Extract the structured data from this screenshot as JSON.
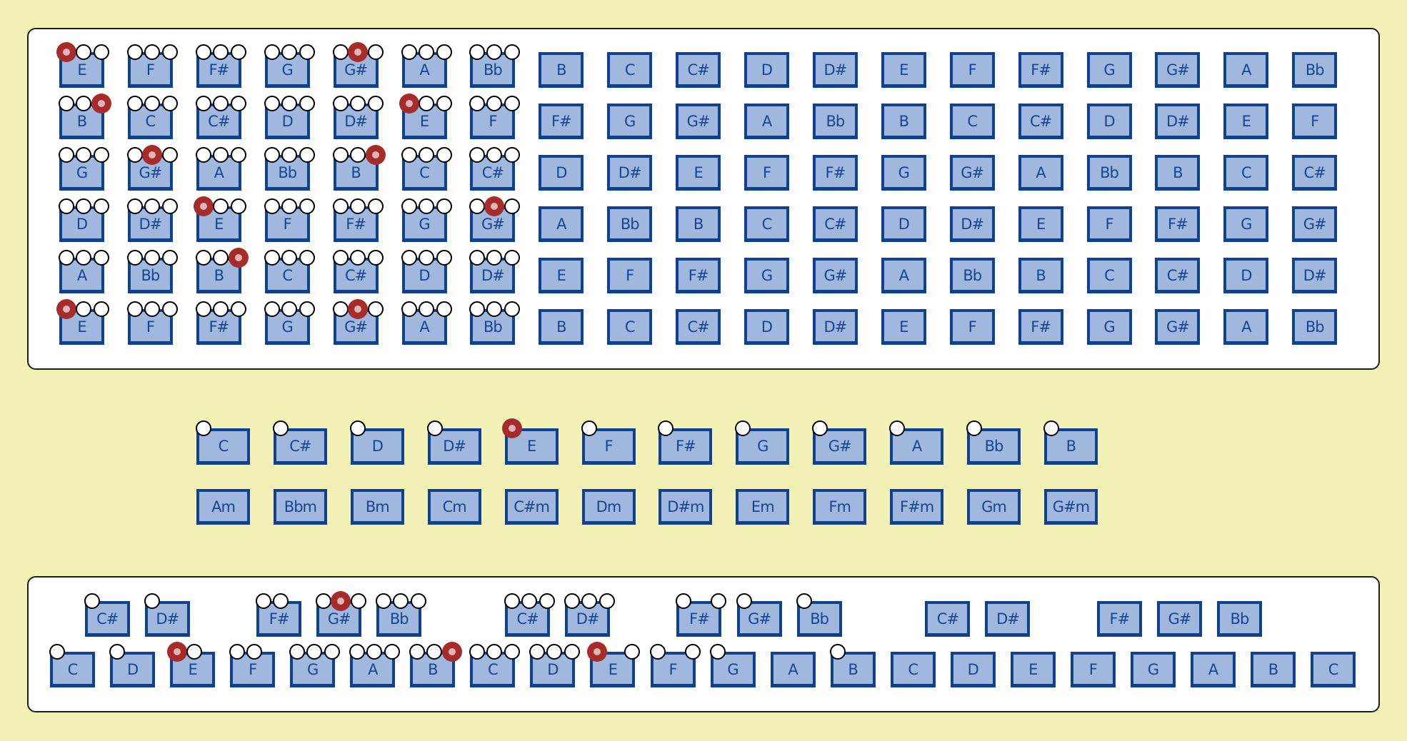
{
  "colors": {
    "background": "#f2f2b6",
    "key_fill": "#a0b8de",
    "key_border": "#0f418c",
    "key_text": "#164692",
    "selected": "#a62b2b"
  },
  "fretboard": {
    "rows": [
      {
        "notes": [
          "E",
          "F",
          "F#",
          "G",
          "G#",
          "A",
          "Bb",
          "B",
          "C",
          "C#",
          "D",
          "D#",
          "E",
          "F",
          "F#",
          "G",
          "G#",
          "A",
          "Bb"
        ],
        "dots": [
          [
            2,
            1,
            1
          ],
          [
            1,
            1,
            1
          ],
          [
            1,
            1,
            1
          ],
          [
            1,
            1,
            1
          ],
          [
            1,
            2,
            1
          ],
          [
            1,
            1,
            1
          ],
          [
            1,
            1,
            1
          ]
        ]
      },
      {
        "notes": [
          "B",
          "C",
          "C#",
          "D",
          "D#",
          "E",
          "F",
          "F#",
          "G",
          "G#",
          "A",
          "Bb",
          "B",
          "C",
          "C#",
          "D",
          "D#",
          "E",
          "F"
        ],
        "dots": [
          [
            1,
            1,
            2
          ],
          [
            1,
            1,
            1
          ],
          [
            1,
            1,
            1
          ],
          [
            1,
            1,
            1
          ],
          [
            1,
            1,
            1
          ],
          [
            2,
            1,
            1
          ],
          [
            1,
            1,
            1
          ]
        ]
      },
      {
        "notes": [
          "G",
          "G#",
          "A",
          "Bb",
          "B",
          "C",
          "C#",
          "D",
          "D#",
          "E",
          "F",
          "F#",
          "G",
          "G#",
          "A",
          "Bb",
          "B",
          "C",
          "C#"
        ],
        "dots": [
          [
            1,
            1,
            1
          ],
          [
            1,
            2,
            1
          ],
          [
            1,
            1,
            1
          ],
          [
            1,
            1,
            1
          ],
          [
            1,
            1,
            2
          ],
          [
            1,
            1,
            1
          ],
          [
            1,
            1,
            1
          ]
        ]
      },
      {
        "notes": [
          "D",
          "D#",
          "E",
          "F",
          "F#",
          "G",
          "G#",
          "A",
          "Bb",
          "B",
          "C",
          "C#",
          "D",
          "D#",
          "E",
          "F",
          "F#",
          "G",
          "G#"
        ],
        "dots": [
          [
            1,
            1,
            1
          ],
          [
            1,
            1,
            1
          ],
          [
            2,
            1,
            1
          ],
          [
            1,
            1,
            1
          ],
          [
            1,
            1,
            1
          ],
          [
            1,
            1,
            1
          ],
          [
            1,
            2,
            1
          ]
        ]
      },
      {
        "notes": [
          "A",
          "Bb",
          "B",
          "C",
          "C#",
          "D",
          "D#",
          "E",
          "F",
          "F#",
          "G",
          "G#",
          "A",
          "Bb",
          "B",
          "C",
          "C#",
          "D",
          "D#"
        ],
        "dots": [
          [
            1,
            1,
            1
          ],
          [
            1,
            1,
            1
          ],
          [
            1,
            1,
            2
          ],
          [
            1,
            1,
            1
          ],
          [
            1,
            1,
            1
          ],
          [
            1,
            1,
            1
          ],
          [
            1,
            1,
            1
          ]
        ]
      },
      {
        "notes": [
          "E",
          "F",
          "F#",
          "G",
          "G#",
          "A",
          "Bb",
          "B",
          "C",
          "C#",
          "D",
          "D#",
          "E",
          "F",
          "F#",
          "G",
          "G#",
          "A",
          "Bb"
        ],
        "dots": [
          [
            2,
            1,
            1
          ],
          [
            1,
            1,
            1
          ],
          [
            1,
            1,
            1
          ],
          [
            1,
            1,
            1
          ],
          [
            1,
            2,
            1
          ],
          [
            1,
            1,
            1
          ],
          [
            1,
            1,
            1
          ]
        ]
      }
    ]
  },
  "root_selector": {
    "notes": [
      "C",
      "C#",
      "D",
      "D#",
      "E",
      "F",
      "F#",
      "G",
      "G#",
      "A",
      "Bb",
      "B"
    ],
    "selected_index": 4
  },
  "chord_selector": {
    "chords": [
      "Am",
      "Bbm",
      "Bm",
      "Cm",
      "C#m",
      "Dm",
      "D#m",
      "Em",
      "Fm",
      "F#m",
      "Gm",
      "G#m"
    ]
  },
  "keyboard": {
    "white_keys": [
      {
        "note": "C",
        "dots": [
          1,
          0,
          0
        ]
      },
      {
        "note": "D",
        "dots": [
          1,
          0,
          0
        ]
      },
      {
        "note": "E",
        "dots": [
          2,
          1,
          0
        ]
      },
      {
        "note": "F",
        "dots": [
          1,
          1,
          0
        ]
      },
      {
        "note": "G",
        "dots": [
          1,
          1,
          1
        ]
      },
      {
        "note": "A",
        "dots": [
          1,
          1,
          1
        ]
      },
      {
        "note": "B",
        "dots": [
          1,
          1,
          2
        ]
      },
      {
        "note": "C",
        "dots": [
          1,
          1,
          1
        ]
      },
      {
        "note": "D",
        "dots": [
          1,
          1,
          1
        ]
      },
      {
        "note": "E",
        "dots": [
          2,
          0,
          1
        ]
      },
      {
        "note": "F",
        "dots": [
          1,
          0,
          1
        ]
      },
      {
        "note": "G",
        "dots": [
          1,
          0,
          0
        ]
      },
      {
        "note": "A",
        "dots": [
          0,
          0,
          0
        ]
      },
      {
        "note": "B",
        "dots": [
          1,
          0,
          0
        ]
      },
      {
        "note": "C",
        "dots": [
          0,
          0,
          0
        ]
      },
      {
        "note": "D",
        "dots": [
          0,
          0,
          0
        ]
      },
      {
        "note": "E",
        "dots": [
          0,
          0,
          0
        ]
      },
      {
        "note": "F",
        "dots": [
          0,
          0,
          0
        ]
      },
      {
        "note": "G",
        "dots": [
          0,
          0,
          0
        ]
      },
      {
        "note": "A",
        "dots": [
          0,
          0,
          0
        ]
      },
      {
        "note": "B",
        "dots": [
          0,
          0,
          0
        ]
      },
      {
        "note": "C",
        "dots": [
          0,
          0,
          0
        ]
      }
    ],
    "black_keys": [
      {
        "note": "C#",
        "after_white": 0,
        "dots": [
          1,
          0,
          0
        ]
      },
      {
        "note": "D#",
        "after_white": 1,
        "dots": [
          1,
          0,
          0
        ]
      },
      {
        "note": "F#",
        "after_white": 3,
        "dots": [
          1,
          1,
          0
        ]
      },
      {
        "note": "G#",
        "after_white": 4,
        "dots": [
          1,
          2,
          1
        ]
      },
      {
        "note": "Bb",
        "after_white": 5,
        "dots": [
          1,
          1,
          1
        ]
      },
      {
        "note": "C#",
        "after_white": 7,
        "dots": [
          1,
          1,
          1
        ]
      },
      {
        "note": "D#",
        "after_white": 8,
        "dots": [
          1,
          1,
          1
        ]
      },
      {
        "note": "F#",
        "after_white": 10,
        "dots": [
          1,
          0,
          1
        ]
      },
      {
        "note": "G#",
        "after_white": 11,
        "dots": [
          1,
          0,
          0
        ]
      },
      {
        "note": "Bb",
        "after_white": 12,
        "dots": [
          1,
          0,
          0
        ]
      },
      {
        "note": "C#",
        "after_white": 14,
        "dots": [
          0,
          0,
          0
        ]
      },
      {
        "note": "D#",
        "after_white": 15,
        "dots": [
          0,
          0,
          0
        ]
      },
      {
        "note": "F#",
        "after_white": 17,
        "dots": [
          0,
          0,
          0
        ]
      },
      {
        "note": "G#",
        "after_white": 18,
        "dots": [
          0,
          0,
          0
        ]
      },
      {
        "note": "Bb",
        "after_white": 19,
        "dots": [
          0,
          0,
          0
        ]
      }
    ]
  }
}
